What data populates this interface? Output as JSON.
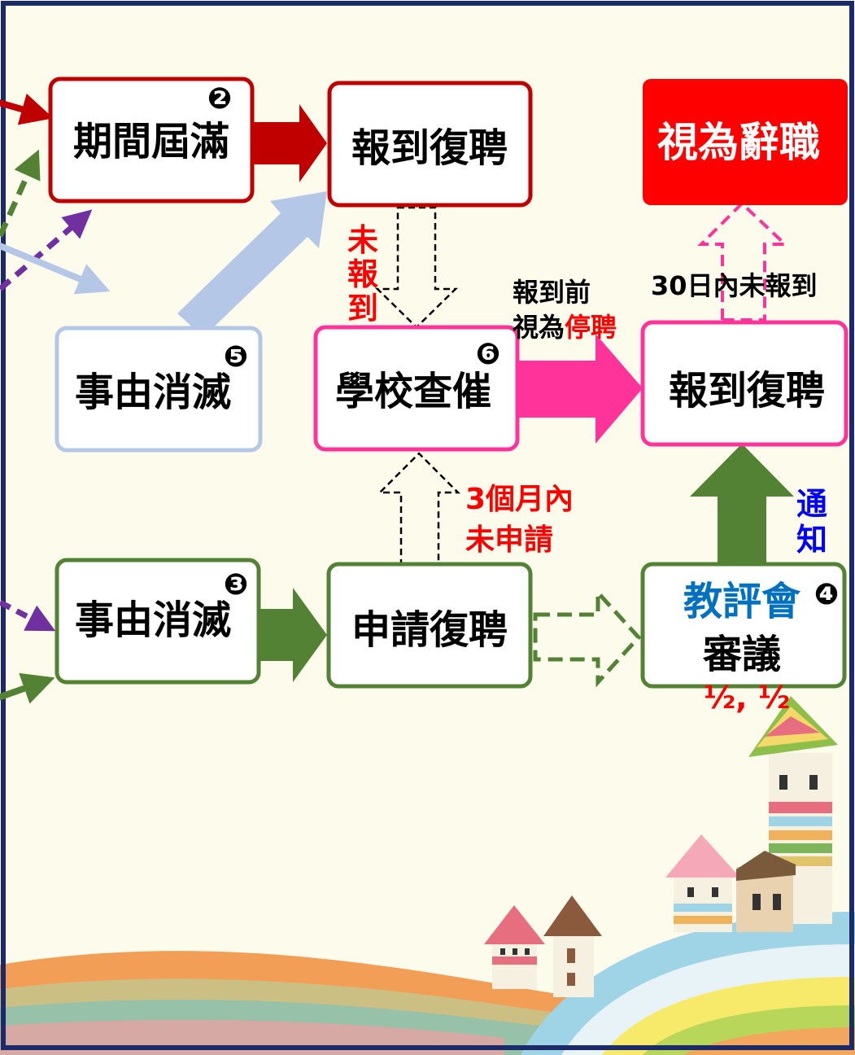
{
  "nodes": {
    "period_expired": {
      "label": "期間屆滿",
      "badge": "❷"
    },
    "report_reinstate_top": {
      "label": "報到復聘"
    },
    "deemed_resigned": {
      "label": "視為辭職"
    },
    "reason_ended_blue": {
      "label": "事由消滅",
      "badge": "❺"
    },
    "school_urge": {
      "label": "學校查催",
      "badge": "❻"
    },
    "report_reinstate_mid": {
      "label": "報到復聘"
    },
    "reason_ended_green": {
      "label": "事由消滅",
      "badge": "❸"
    },
    "apply_reinstate": {
      "label": "申請復聘"
    },
    "review_committee": {
      "label_line1": "教評會",
      "label_line2": "審議",
      "badge": "❹"
    }
  },
  "annotations": {
    "not_reported": {
      "chars": [
        "未",
        "報",
        "到"
      ]
    },
    "before_report_line1": "報到前",
    "before_report_prefix": "視為",
    "before_report_highlight": "停聘",
    "within_30_days": "30日內未報到",
    "within_3_months_line1": "3個月內",
    "within_3_months_line2": "未申請",
    "notify": {
      "chars": [
        "通",
        "知"
      ]
    },
    "vote_ratio": "½, ½"
  },
  "colors": {
    "background": "#fdfcec",
    "frame": "#1b2b6a",
    "red_border": "#c00000",
    "red_fill": "#ff0000",
    "pink": "#ff3399",
    "light_blue": "#b4c7e7",
    "green": "#548235",
    "purple": "#7030a0",
    "annotation_red": "#ff0000",
    "annotation_blue": "#0000ff",
    "committee_blue": "#0070c0"
  }
}
